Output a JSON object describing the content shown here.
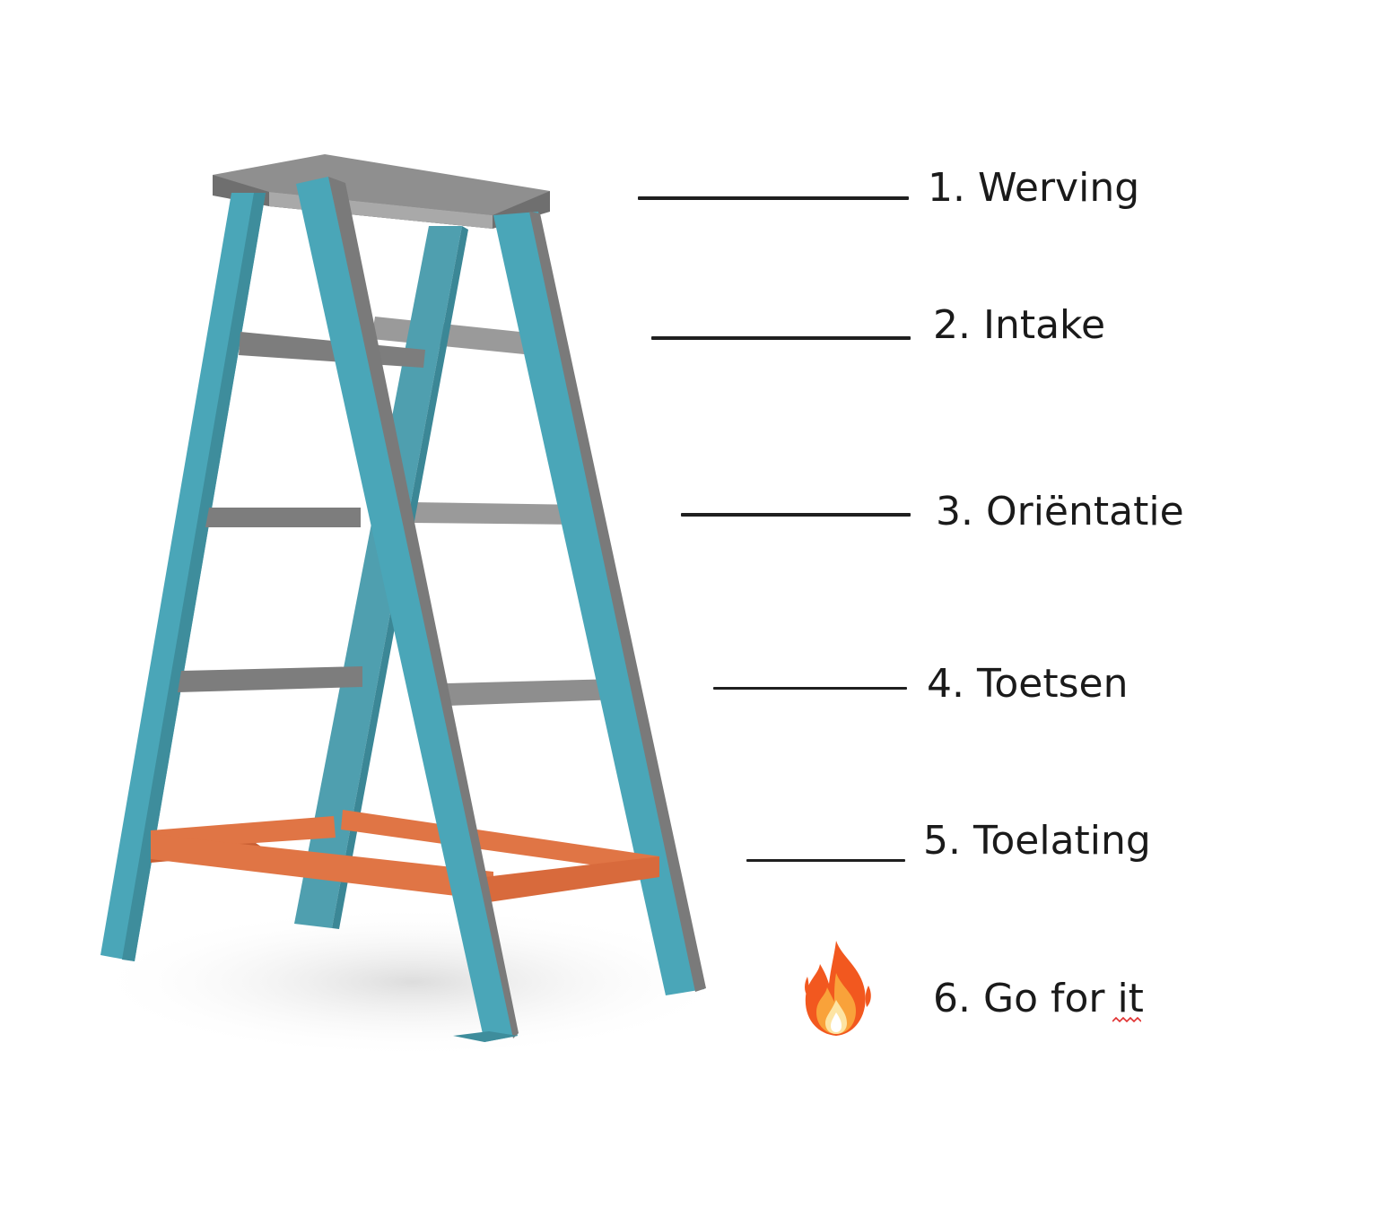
{
  "steps": [
    {
      "label": "1. Werving"
    },
    {
      "label": "2. Intake"
    },
    {
      "label": "3. Oriëntatie"
    },
    {
      "label": "4. Toetsen"
    },
    {
      "label": "5. Toelating"
    },
    {
      "label": "6. Go for it"
    }
  ],
  "icons": {
    "final_step": "fire-icon"
  },
  "colors": {
    "ladder_teal": "#4aa6b8",
    "ladder_teal_dark": "#3a8796",
    "ladder_side": "#7c7c7c",
    "rung_grey": "#8a8a8a",
    "top_grey": "#8c8c8c",
    "bottom_frame": "#e07545",
    "bottom_frame_dark": "#c95f33"
  }
}
